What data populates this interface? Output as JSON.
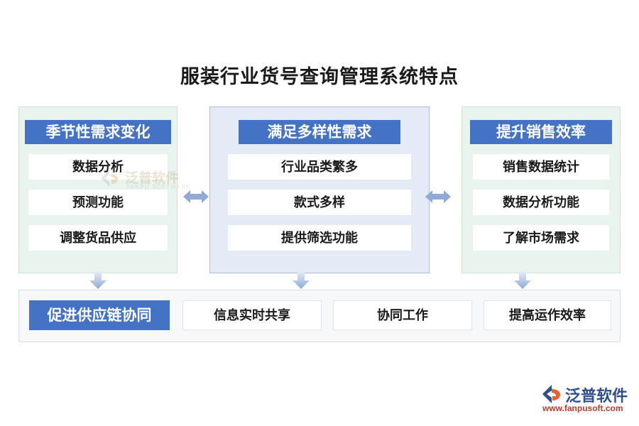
{
  "page": {
    "title": "服装行业货号查询管理系统特点",
    "accent_blue": "#4472C4",
    "mint_panel_bg": "#EAF4EF",
    "blue_panel_bg": "#E4EBF7",
    "bottom_panel_bg": "#F7F8FA",
    "arrow_color": "#8FA9D8"
  },
  "columns": [
    {
      "header": "季节性需求变化",
      "theme": "mint",
      "items": [
        "数据分析",
        "预测功能",
        "调整货品供应"
      ]
    },
    {
      "header": "满足多样性需求",
      "theme": "blue",
      "items": [
        "行业品类繁多",
        "款式多样",
        "提供筛选功能"
      ]
    },
    {
      "header": "提升销售效率",
      "theme": "mint",
      "items": [
        "销售数据统计",
        "数据分析功能",
        "了解市场需求"
      ]
    }
  ],
  "connectors": {
    "horizontal": [
      "double-arrow-left-right",
      "double-arrow-left-right"
    ],
    "vertical": [
      "arrow-down",
      "arrow-down",
      "arrow-down"
    ]
  },
  "bottom_row": {
    "header": "促进供应链协同",
    "items": [
      "信息实时共享",
      "协同工作",
      "提高运作效率"
    ]
  },
  "watermarks": {
    "center": {
      "text": "泛普软件",
      "sub": "FANPU SOFTWARE",
      "icon": "fanpu-logo-icon"
    },
    "corner": {
      "text": "泛普软件",
      "url": "www.fanpusoft.com",
      "icon": "fanpu-logo-icon"
    }
  }
}
